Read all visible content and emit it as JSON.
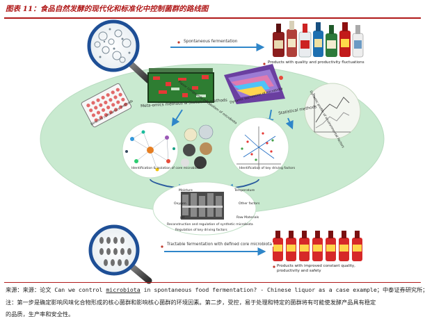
{
  "figure": {
    "title": "图表 11：食品自然发酵的现代化和标准化中控制菌群的路线图"
  },
  "diagram": {
    "spontaneous_label": "Spontaneous fermentation",
    "products_fluct_label": "Products with quality and productivity fluctuations",
    "flavor_label": "Flavor compounds metabolism of microbiota",
    "dynamic_label": "Dynamic succession of microbiota",
    "directed_label": "Directed culturomics methods",
    "dynamic_profile_label": "Dynamic profile of environmental factors",
    "metaomics_label": "Meta-omics methods & Statistical methods",
    "statistical_label": "Statistical methods",
    "identification_core_label": "Identification & isolation of core microbiota",
    "identification_driving_label": "Identification of key driving factors",
    "factors": {
      "moisture": "Moisture",
      "temperature": "Temperature",
      "oxygen": "Oxygen",
      "other": "Other factors",
      "ph": "pH",
      "raw": "Raw Materials"
    },
    "reconstruction_label": "Reconstruction and regulation of synthetic microbiota",
    "regulation_label": "Regulation of key driving factors",
    "tractable_label": "Tractable fermentation with defined core microbiota",
    "products_constant_label": "Products with improved constant quality, productivity and safety"
  },
  "footer": {
    "source_prefix": "来源：来源：论文 Can we control ",
    "source_underlined": "microbiota",
    "source_suffix": " in spontaneous food fermentation? - Chinese liquor as a case example；中泰证券研究所；",
    "note_line1": "注：第一步是确定影响风味化合物形成的核心菌群和影响核心菌群的环境因素。第二步，受控，易于处理和特定的菌群将有可能使发酵产品具有稳定",
    "note_line2": "的品质，生产率和安全性。"
  },
  "colors": {
    "title_red": "#b01818",
    "oval_green": "#c9ead0",
    "arrow_blue": "#2f86c9",
    "core_blue": "#2a5b9e"
  }
}
